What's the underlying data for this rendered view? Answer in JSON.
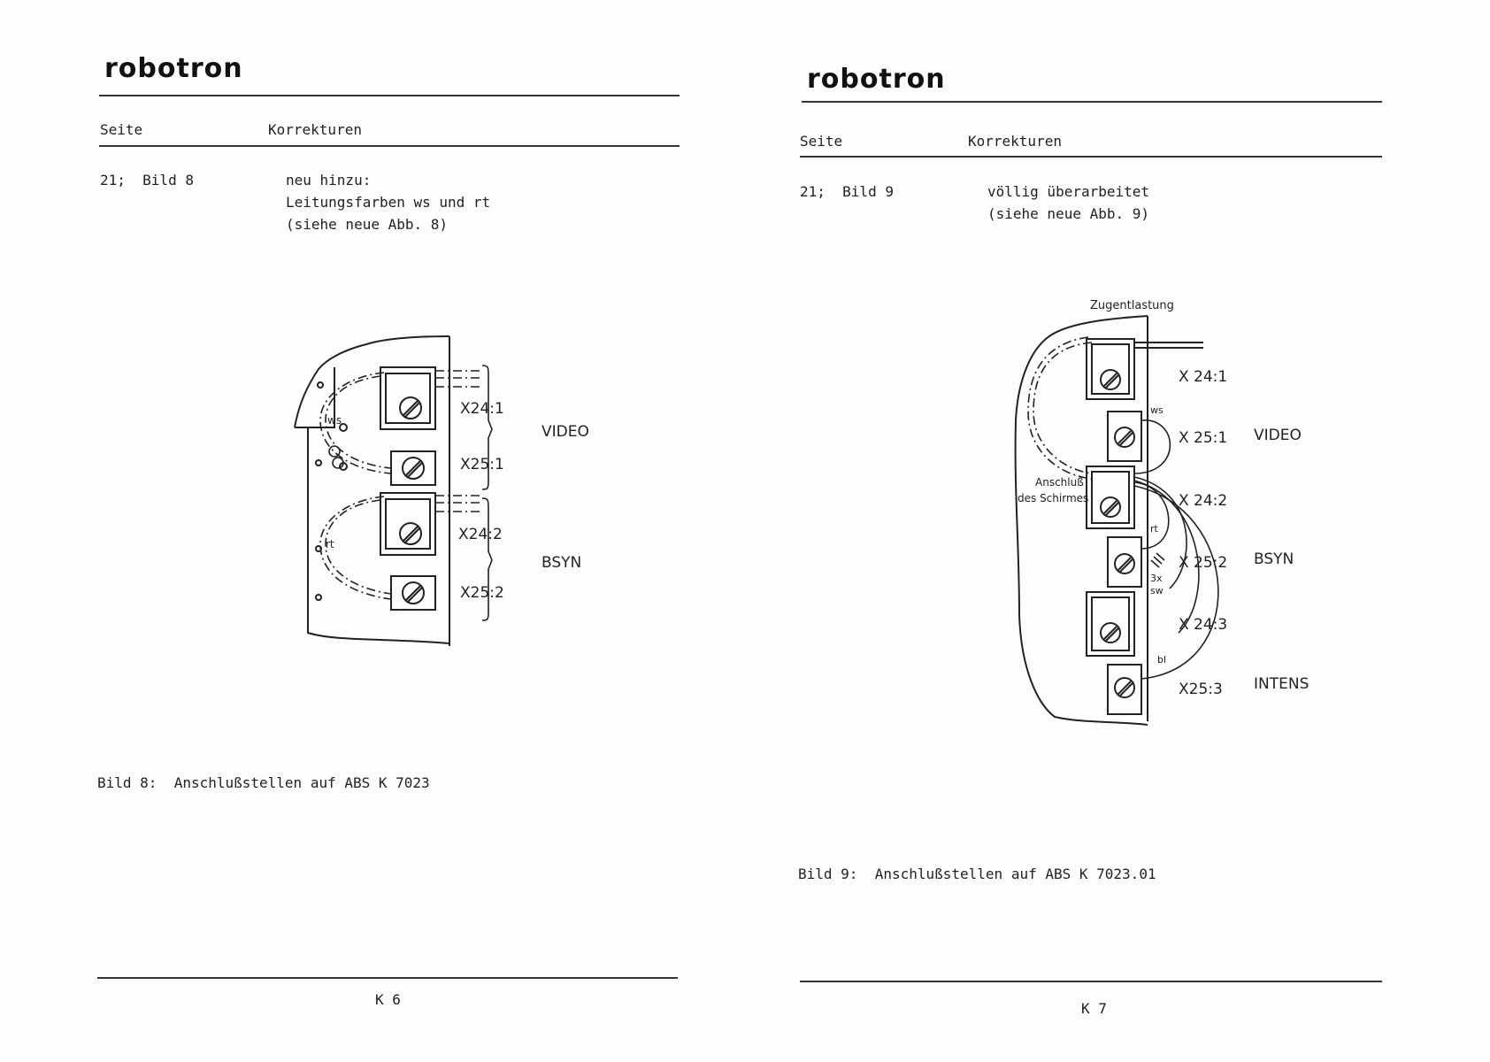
{
  "brand": "robotron",
  "left": {
    "header": {
      "col1": "Seite",
      "col2": "Korrekturen"
    },
    "entry": {
      "ref": "21;  Bild 8",
      "lines": [
        "neu hinzu:",
        "Leitungsfarben ws und rt",
        "(siehe neue Abb. 8)"
      ]
    },
    "figure": {
      "wire_labels": [
        "ws",
        "rt"
      ],
      "terminals": [
        "X24:1",
        "X25:1",
        "X24:2",
        "X25:2"
      ],
      "groups": [
        "VIDEO",
        "BSYN"
      ]
    },
    "caption": "Bild 8:  Anschlußstellen auf ABS K 7023",
    "page_number": "K 6"
  },
  "right": {
    "header": {
      "col1": "Seite",
      "col2": "Korrekturen"
    },
    "entry": {
      "ref": "21;  Bild 9",
      "lines": [
        "völlig überarbeitet",
        "(siehe neue Abb. 9)"
      ]
    },
    "figure": {
      "top_label": "Zugentlastung",
      "shield_label": [
        "Anschluß",
        "des Schirmes"
      ],
      "wire_labels": [
        "ws",
        "rt",
        "3x",
        "sw",
        "bl"
      ],
      "terminals": [
        "X 24:1",
        "X 25:1",
        "X 24:2",
        "X 25:2",
        "X 24:3",
        "X25:3"
      ],
      "groups": [
        "VIDEO",
        "BSYN",
        "INTENS"
      ]
    },
    "caption": "Bild 9:  Anschlußstellen auf ABS K 7023.01",
    "page_number": "K 7"
  }
}
